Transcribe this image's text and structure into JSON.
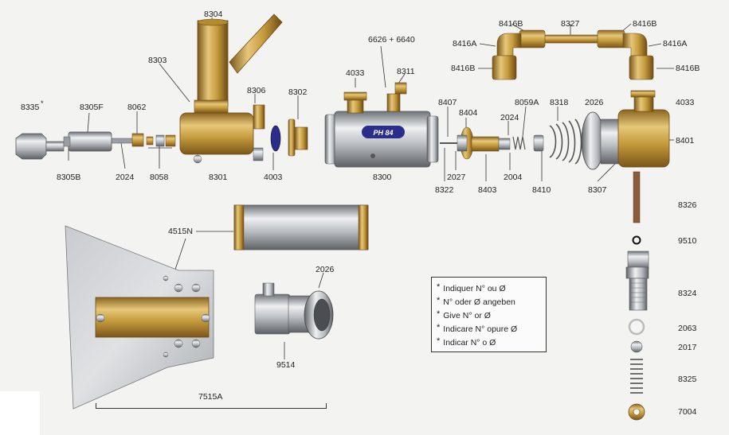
{
  "labels": {
    "l8304": "8304",
    "l8303": "8303",
    "l8306": "8306",
    "l8302": "8302",
    "l8335": "8335",
    "l8335_star": "*",
    "l8305F": "8305F",
    "l8062": "8062",
    "l8305B": "8305B",
    "l2024a": "2024",
    "l8058": "8058",
    "l8301": "8301",
    "l4003a": "4003",
    "l4033a": "4033",
    "l6626": "6626 + 6640",
    "l8311": "8311",
    "l8300": "8300",
    "l8407": "8407",
    "l8404": "8404",
    "l8059A": "8059A",
    "l8318": "8318",
    "l2026a": "2026",
    "l4033b": "4033",
    "l2024b": "2024",
    "l8322": "8322",
    "l2027": "2027",
    "l8403": "8403",
    "l2004": "2004",
    "l8410": "8410",
    "l8307": "8307",
    "l8401": "8401",
    "l8416B_tl": "8416B",
    "l8327": "8327",
    "l8416B_tr": "8416B",
    "l8416A_l": "8416A",
    "l8416A_r": "8416A",
    "l8416B_bl": "8416B",
    "l8416B_br": "8416B",
    "l8326": "8326",
    "l9510": "9510",
    "l8324": "8324",
    "l2063": "2063",
    "l2017": "2017",
    "l8325": "8325",
    "l7004": "7004",
    "l4515N": "4515N",
    "l2026b": "2026",
    "l9514": "9514",
    "l7515A": "7515A",
    "ph84": "PH 84"
  },
  "legend": {
    "rows": [
      "Indiquer N° ou  Ø",
      "N° oder Ø angeben",
      "Give N° or Ø",
      "Indicare N° opure Ø",
      "Indicar N° o Ø"
    ],
    "star": "*"
  },
  "colors": {
    "brass": "#c49a3c",
    "brass_dark": "#8a6420",
    "brass_light": "#e6c77a",
    "steel": "#b8bcc0",
    "steel_dark": "#6d7276",
    "steel_light": "#e4e6e8",
    "blue": "#2a2e8a"
  }
}
